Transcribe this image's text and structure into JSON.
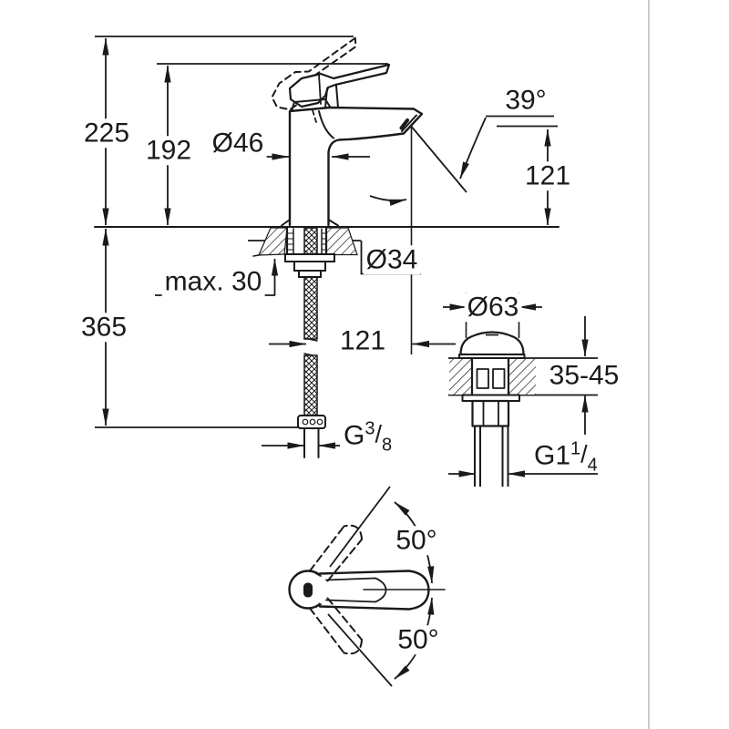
{
  "drawing": {
    "type": "technical dimension drawing",
    "subject": "single-lever basin mixer tap with pop-up waste and lever top view",
    "line_color": "#1a1a1a",
    "background_color": "#ffffff",
    "card_edge_color": "#cccccc"
  },
  "labels": {
    "total_height": "225",
    "body_height": "192",
    "body_diameter": "Ø46",
    "stream_angle": "39°",
    "spout_height": "121",
    "max_deck_thickness": "max. 30",
    "shank_diameter": "Ø34",
    "hose_length": "365",
    "spout_reach": "121",
    "waste_cap_diameter": "Ø63",
    "deck_thickness_range": "35-45",
    "supply_thread_prefix": "G",
    "supply_thread_sup": "3",
    "supply_thread_slash": "/",
    "supply_thread_sub": "8",
    "waste_thread_prefix": "G1",
    "waste_thread_sup": "1",
    "waste_thread_slash": "/",
    "waste_thread_sub": "4",
    "lever_swing_upper": "50°",
    "lever_swing_lower": "50°"
  }
}
